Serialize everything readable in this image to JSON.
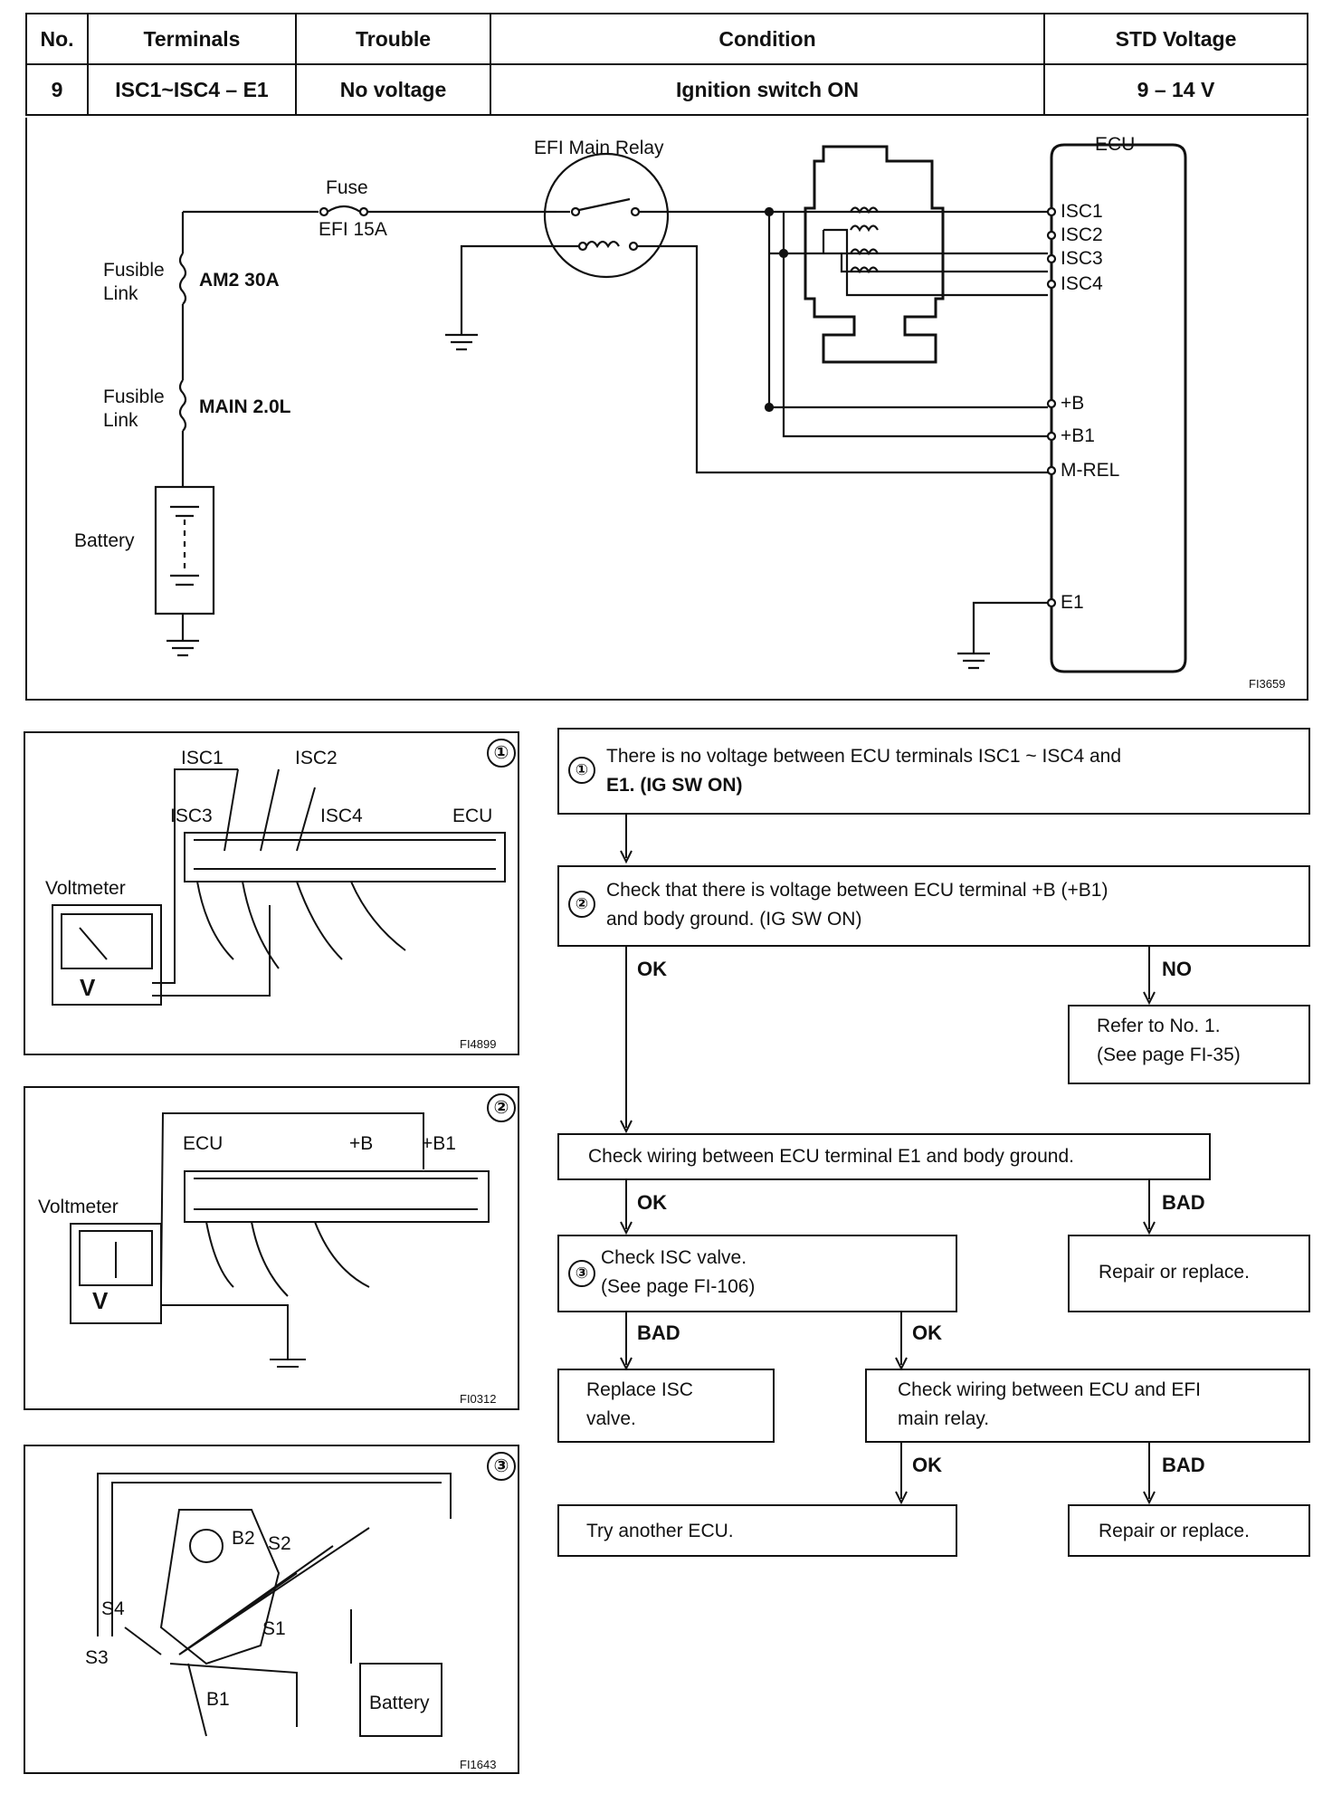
{
  "table": {
    "headers": [
      "No.",
      "Terminals",
      "Trouble",
      "Condition",
      "STD Voltage"
    ],
    "row": [
      "9",
      "ISC1~ISC4 – E1",
      "No voltage",
      "Ignition switch ON",
      "9 – 14 V"
    ]
  },
  "schematic": {
    "fuse_label": "Fuse",
    "fuse_value": "EFI 15A",
    "relay_label": "EFI Main Relay",
    "fusible_link_1": "Fusible\nLink",
    "fusible_link_1_value": "AM2 30A",
    "fusible_link_2": "Fusible\nLink",
    "fusible_link_2_value": "MAIN 2.0L",
    "battery_label": "Battery",
    "ecu_label": "ECU",
    "ecu_terminals": [
      "ISC1",
      "ISC2",
      "ISC3",
      "ISC4",
      "+B",
      "+B1",
      "M-REL",
      "E1"
    ],
    "code": "FI3659"
  },
  "illustrations": [
    {
      "number": "①",
      "labels": [
        "ISC1",
        "ISC2",
        "ISC3",
        "ISC4",
        "ECU",
        "Voltmeter",
        "V"
      ],
      "code": "FI4899"
    },
    {
      "number": "②",
      "labels": [
        "ECU",
        "+B",
        "+B1",
        "Voltmeter",
        "V"
      ],
      "code": "FI0312"
    },
    {
      "number": "③",
      "labels": [
        "B2",
        "S2",
        "S4",
        "S1",
        "S3",
        "B1",
        "Battery"
      ],
      "code": "FI1643"
    }
  ],
  "flowchart": {
    "step1": {
      "num": "①",
      "line1": "There is no voltage between ECU terminals ISC1 ~ ISC4 and",
      "line2": "E1.  (IG SW ON)"
    },
    "step2": {
      "num": "②",
      "line1": "Check that there is voltage between ECU terminal +B (+B1)",
      "line2": "and body ground.  (IG SW ON)"
    },
    "refer": {
      "line1": "Refer to No. 1.",
      "line2": "(See page FI-35)"
    },
    "wiring_e1": "Check wiring between ECU terminal E1 and body ground.",
    "step3": {
      "num": "③",
      "line1": "Check ISC valve.",
      "line2": "(See page FI-106)"
    },
    "repair1": "Repair or replace.",
    "replace_isc": {
      "line1": "Replace ISC",
      "line2": "valve."
    },
    "wiring_relay": {
      "line1": "Check wiring between ECU and EFI",
      "line2": "main relay."
    },
    "try_ecu": "Try another ECU.",
    "repair2": "Repair or replace.",
    "labels": {
      "ok": "OK",
      "no": "NO",
      "bad": "BAD"
    }
  }
}
